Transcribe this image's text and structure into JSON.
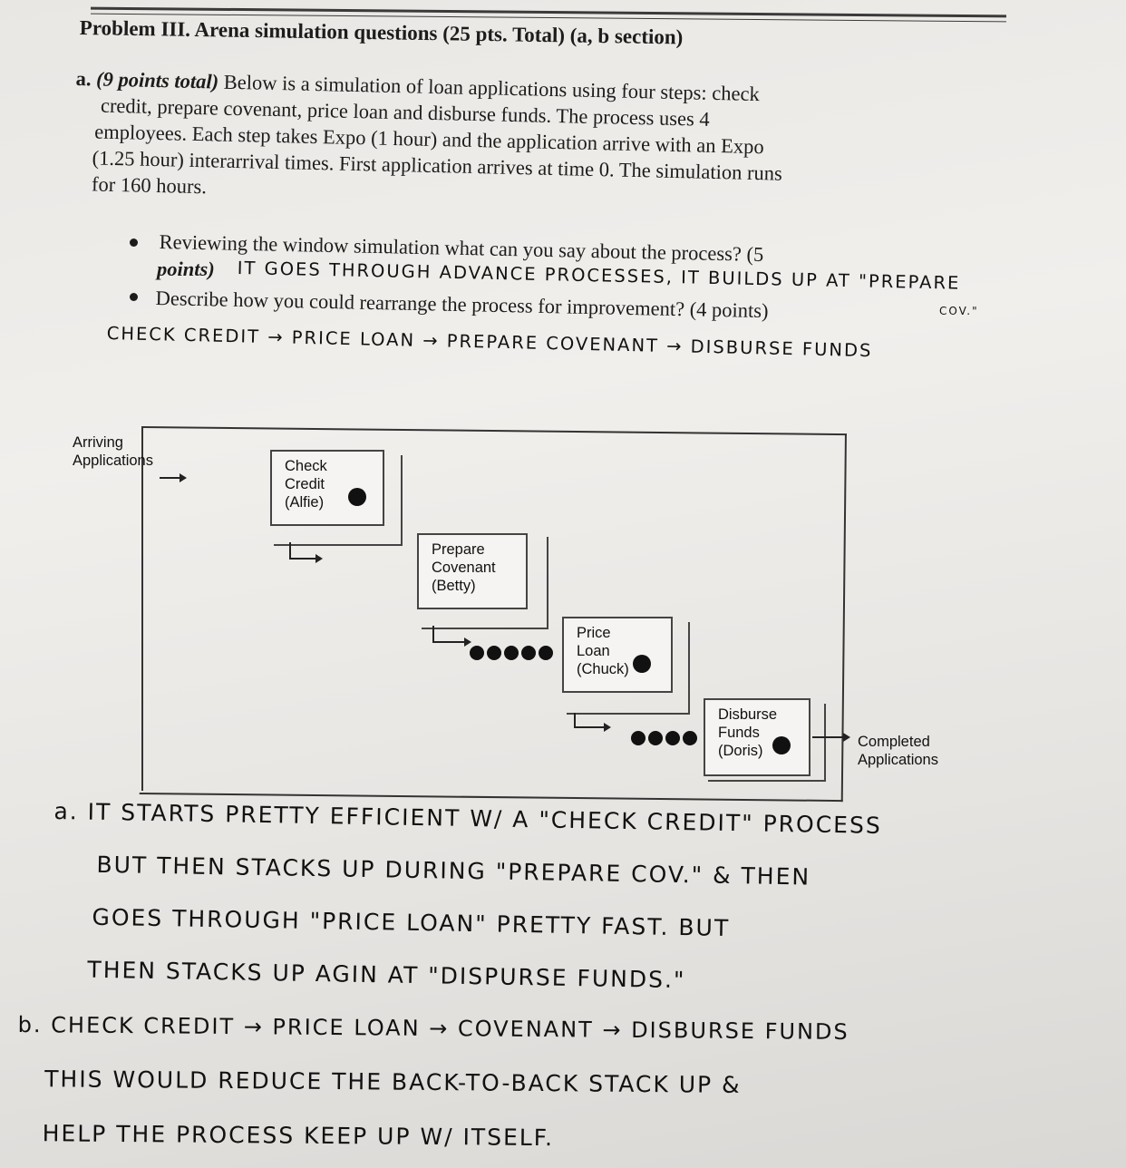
{
  "header": {
    "title": "Problem III. Arena simulation questions (25 pts. Total) (a, b section)"
  },
  "question_a": {
    "label": "a.",
    "points": "(9 points total)",
    "line1": "Below is a simulation of loan applications using four steps: check",
    "line2": "credit, prepare covenant, price loan and disburse funds. The process uses 4",
    "line3": "employees. Each step takes Expo (1 hour) and the application arrive with an Expo",
    "line4": "(1.25 hour) interarrival times. First application arrives at time 0.  The simulation runs",
    "line5": "for 160 hours."
  },
  "bullets": {
    "b1_line1": "Reviewing the window simulation what can you say about the process? (5",
    "b1_line2": "points)",
    "b1_answer": "IT GOES THROUGH ADVANCE PROCESSES, IT BUILDS UP AT \"PREPARE",
    "b1_answer_cont": "COV.\"",
    "b2_line1": "Describe how you could rearrange the process for improvement? (4 points)",
    "b2_answer": "CHECK CREDIT → PRICE LOAN → PREPARE COVENANT → DISBURSE FUNDS"
  },
  "diagram": {
    "arriving": [
      "Arriving",
      "Applications"
    ],
    "completed": [
      "Completed",
      "Applications"
    ],
    "steps": [
      {
        "lines": [
          "Check",
          "Credit",
          "(Alfie)"
        ]
      },
      {
        "lines": [
          "Prepare",
          "Covenant",
          "(Betty)"
        ]
      },
      {
        "lines": [
          "Price",
          "Loan",
          "(Chuck)"
        ]
      },
      {
        "lines": [
          "Disburse",
          "Funds",
          "(Doris)"
        ]
      }
    ]
  },
  "answers": {
    "a_line1": "a. IT STARTS PRETTY EFFICIENT W/ A \"CHECK CREDIT\" PROCESS",
    "a_line2": "BUT THEN STACKS UP DURING \"PREPARE COV.\" & THEN",
    "a_line3": "GOES THROUGH \"PRICE LOAN\" PRETTY FAST. BUT",
    "a_line4": "THEN  STACKS UP AGIN AT \"DISPURSE FUNDS.\"",
    "b_line1": "b. CHECK CREDIT → PRICE LOAN → COVENANT → DISBURSE FUNDS",
    "b_line2": "THIS WOULD REDUCE THE BACK-TO-BACK STACK UP &",
    "b_line3": "HELP THE PROCESS KEEP UP W/ ITSELF."
  }
}
